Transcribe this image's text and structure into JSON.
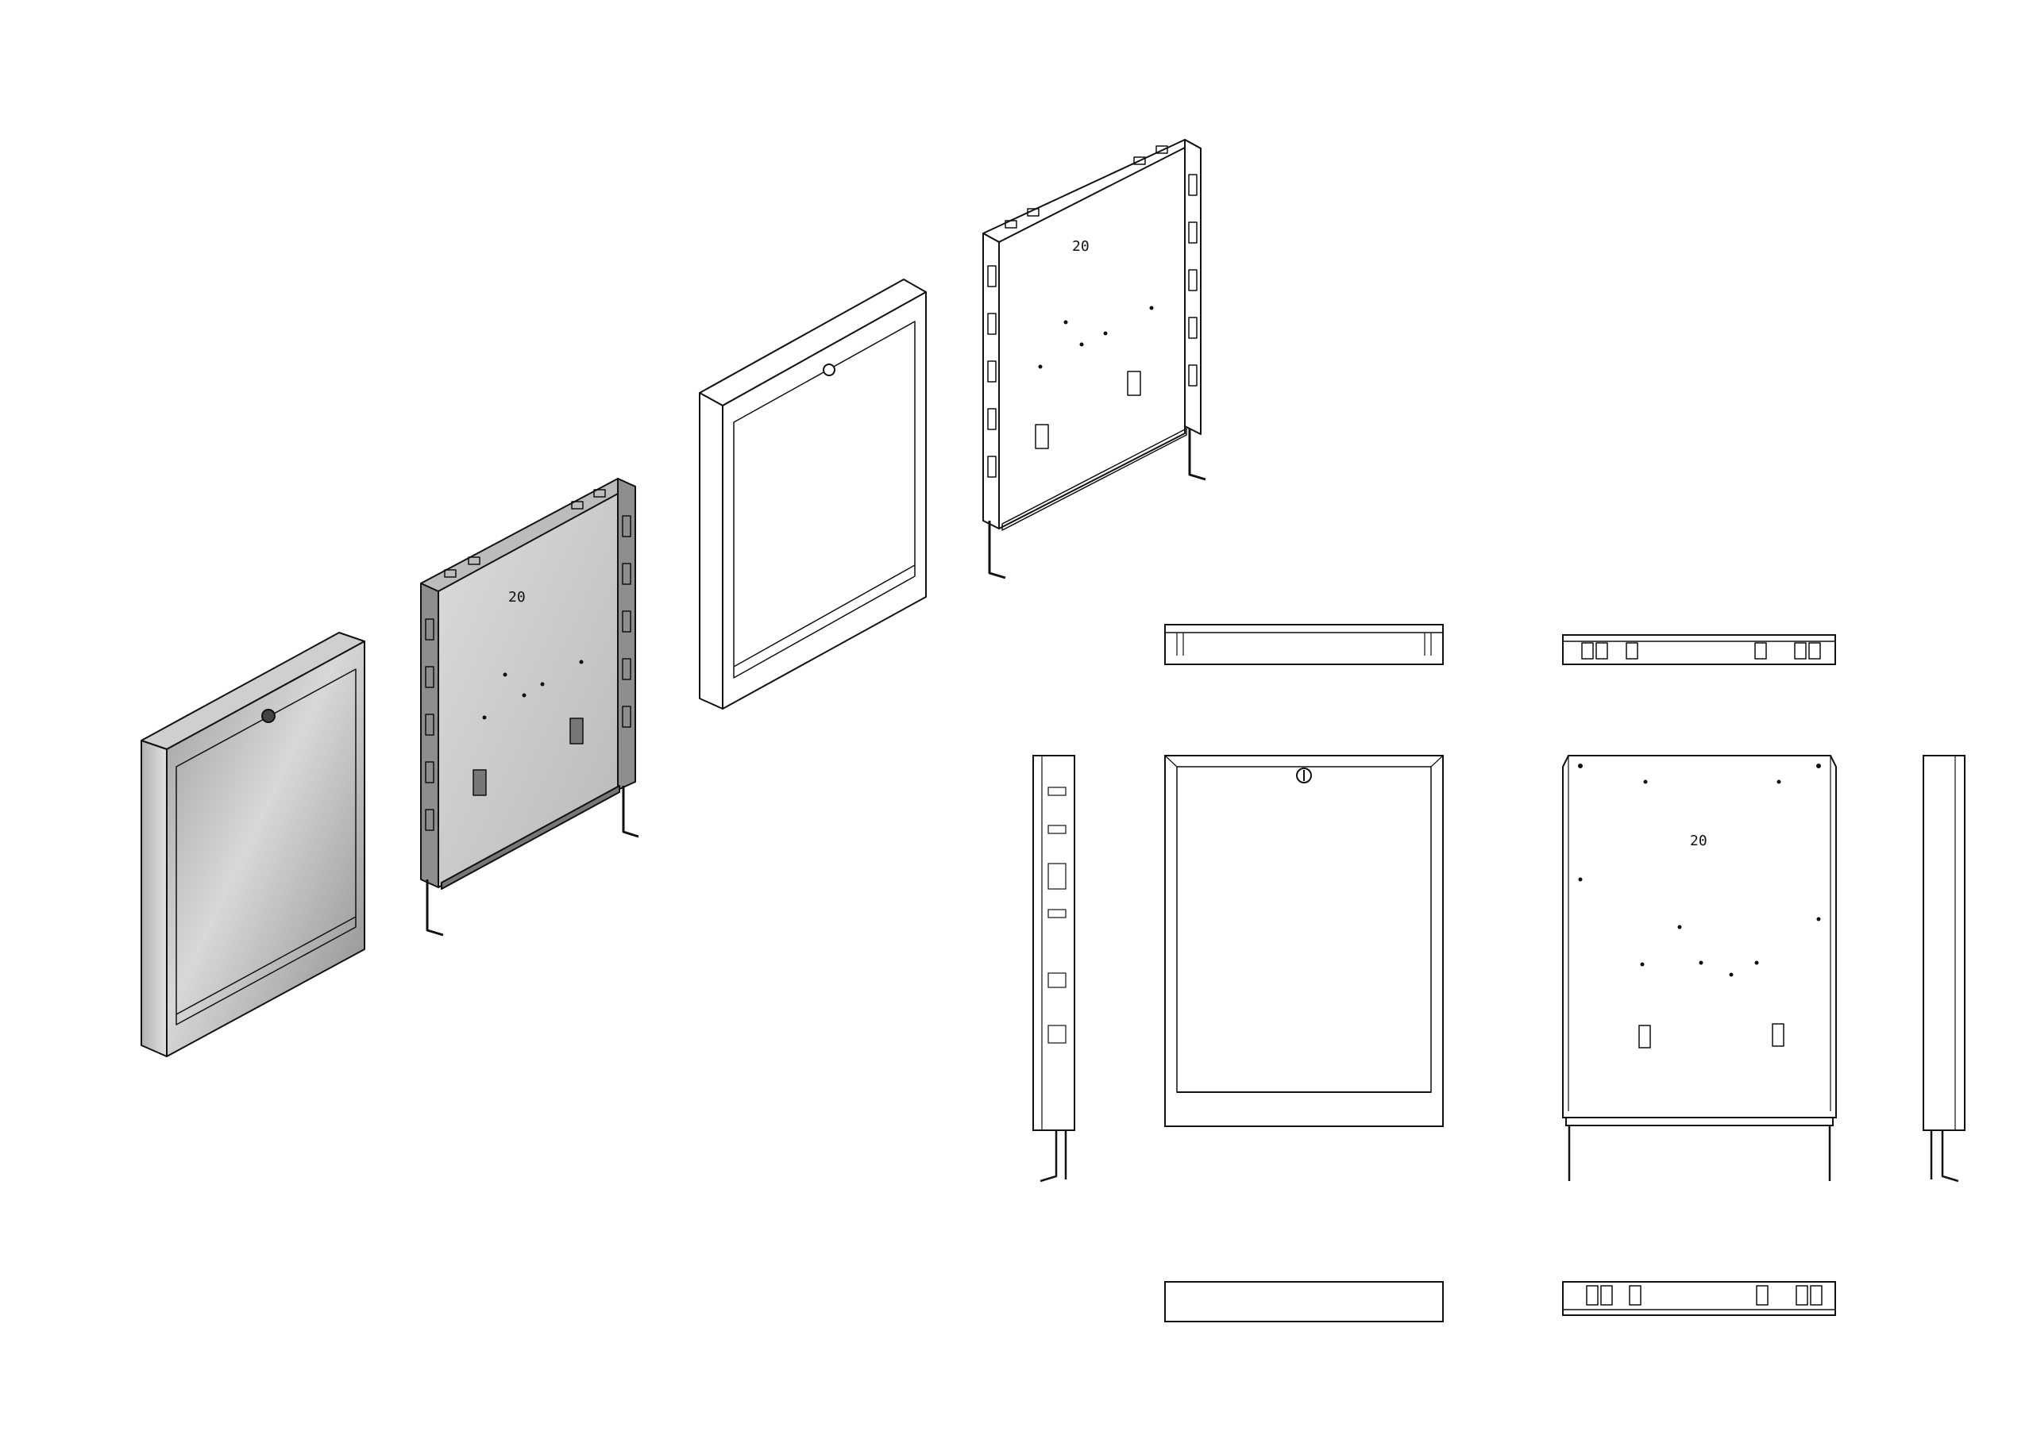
{
  "views": {
    "iso_frame_shaded": {
      "label": "20"
    },
    "iso_frame_outline": {
      "label": "20"
    },
    "ortho_back": {
      "label": "20"
    }
  },
  "colors": {
    "line": "#111111",
    "shade_light": "#e4e4e4",
    "shade_mid": "#a9a9a9",
    "shade_dark": "#6b6b6b",
    "paper": "#ffffff"
  }
}
